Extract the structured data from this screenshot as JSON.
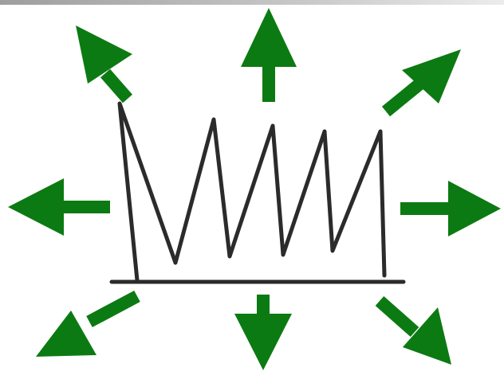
{
  "colors": {
    "arrow": "#0c7a12",
    "line": "#2b2b2b",
    "top_bar": "#b5b5b5"
  },
  "arrows": [
    {
      "name": "arrow-up",
      "direction": "up"
    },
    {
      "name": "arrow-up-right",
      "direction": "up-right"
    },
    {
      "name": "arrow-right",
      "direction": "right"
    },
    {
      "name": "arrow-down-right",
      "direction": "down-right"
    },
    {
      "name": "arrow-down",
      "direction": "down"
    },
    {
      "name": "arrow-down-left",
      "direction": "down-left"
    },
    {
      "name": "arrow-left",
      "direction": "left"
    },
    {
      "name": "arrow-up-left",
      "direction": "up-left"
    }
  ],
  "waveform": {
    "shape": "sawtooth"
  }
}
